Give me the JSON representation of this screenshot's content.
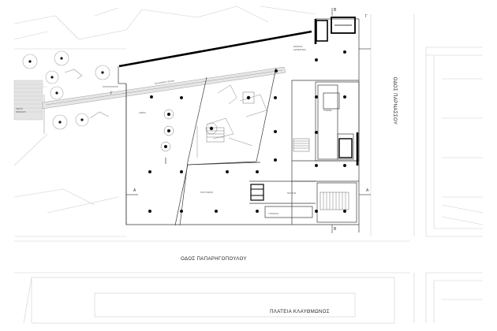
{
  "labels": {
    "street_south": "ΟΔΟΣ ΠΑΠΑΡΗΓΟΠΟΥΛΟΥ",
    "square": "ΠΛΑΤΕΙΑ ΚΛΑΥΘΜΩΝΟΣ",
    "street_east": "ΟΔΟΣ ΠΑΡΝΑΣΣΟΥ",
    "section_a_left": "Α",
    "section_a_right": "Α",
    "section_b_top": "Β",
    "section_b_bottom": "Β",
    "section_g_left": "Γ",
    "section_g_right": "Γ"
  },
  "colors": {
    "background": "#ffffff",
    "heavy_wall": "#000000",
    "thin_line": "#333333",
    "context_line": "#c9c9c9",
    "column": "#111111"
  },
  "icons": {
    "column": "column-dot-icon",
    "stair": "stair-hatch-icon",
    "tree": "tree-circle-icon"
  }
}
